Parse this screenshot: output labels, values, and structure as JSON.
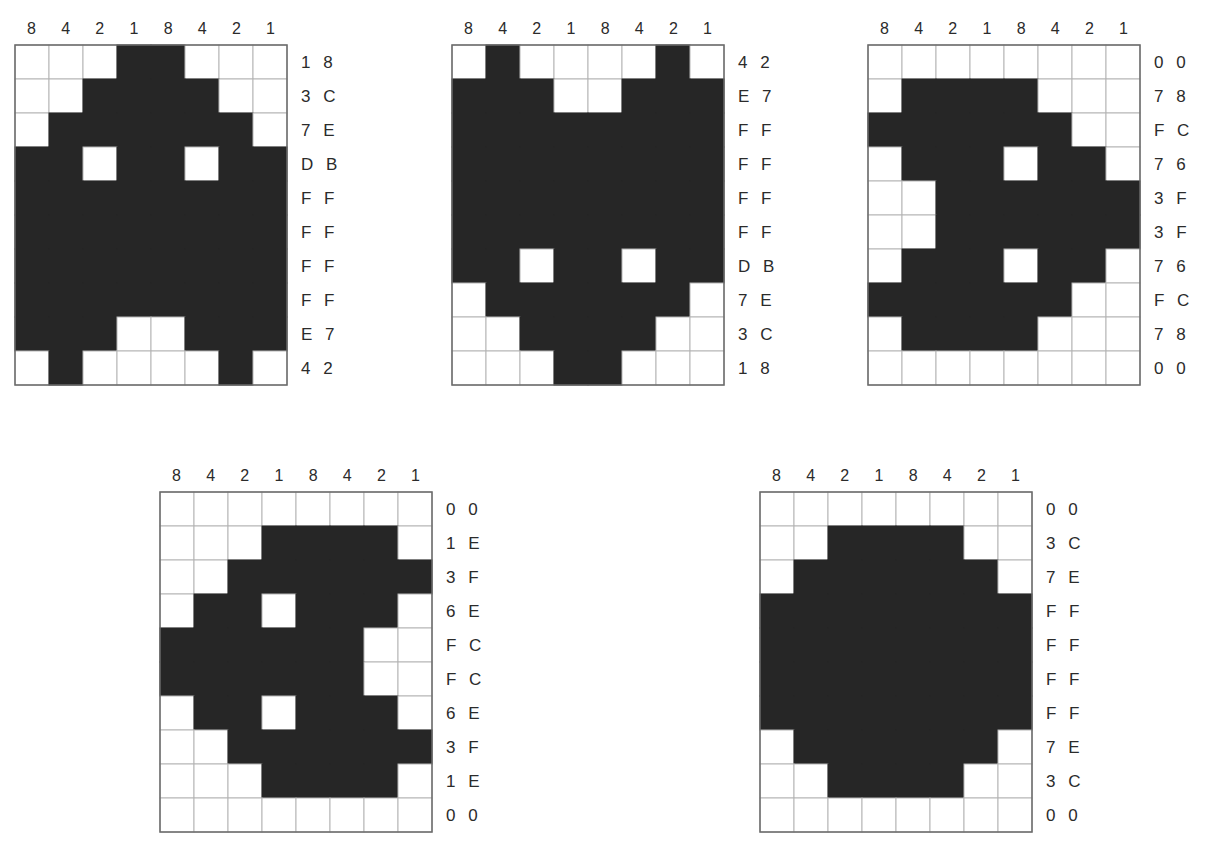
{
  "diagram": {
    "labels": [
      "8 4 2 1 8 4 2 1",
      "1 8",
      "3 C",
      "7 E",
      "D B",
      "F F",
      "F F",
      "F F",
      "F F",
      "E 7",
      "4 2",
      "8 4 2 1 8 4 2 1",
      "4 2",
      "E 7",
      "F F",
      "F F",
      "F F",
      "F F",
      "D B",
      "7 E",
      "3 C",
      "1 8",
      "8 4 2 1 8 4 2 1",
      "0 0",
      "7 8",
      "F C",
      "7 6",
      "3 F",
      "3 F",
      "7 6",
      "F C",
      "7 8",
      "0 0",
      "8 4 2 1 8 4 2 1",
      "0 0",
      "1 E",
      "3 F",
      "6 E",
      "F C",
      "F C",
      "6 E",
      "3 F",
      "1 E",
      "0 0",
      "8 4 2 1 8 4 2 1",
      "0 0",
      "3 C",
      "7 E",
      "F F",
      "F F",
      "F F",
      "F F",
      "7 E",
      "3 C",
      "0 0"
    ]
  }
}
